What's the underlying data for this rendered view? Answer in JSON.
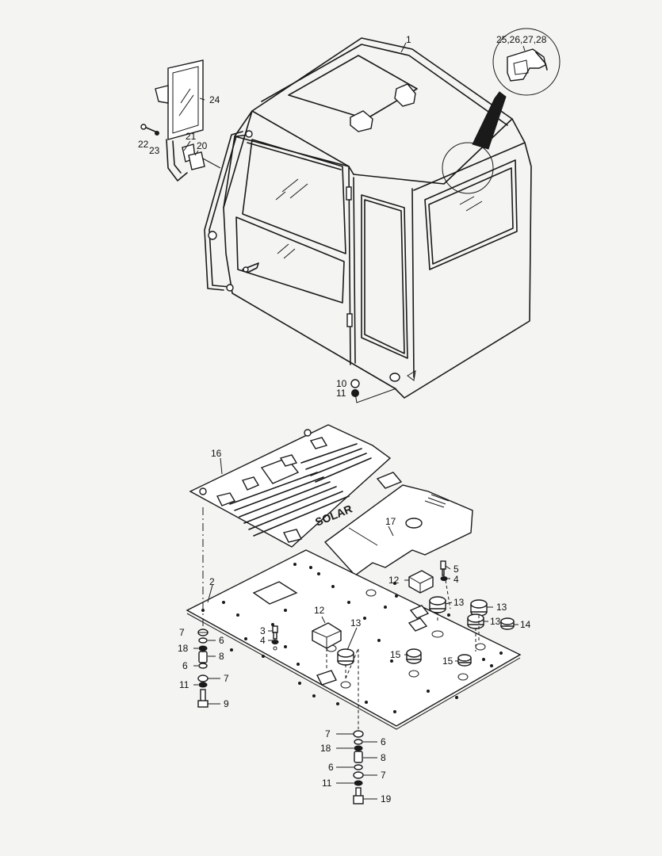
{
  "callouts": [
    {
      "id": "c1",
      "text": "1"
    },
    {
      "id": "c2528",
      "text": "25,26,27,28"
    },
    {
      "id": "c24",
      "text": "24"
    },
    {
      "id": "c21",
      "text": "21"
    },
    {
      "id": "c22",
      "text": "22"
    },
    {
      "id": "c23",
      "text": "23"
    },
    {
      "id": "c20",
      "text": "20"
    },
    {
      "id": "c10",
      "text": "10"
    },
    {
      "id": "c11a",
      "text": "11"
    },
    {
      "id": "c16",
      "text": "16"
    },
    {
      "id": "c17",
      "text": "17"
    },
    {
      "id": "c2",
      "text": "2"
    },
    {
      "id": "c12a",
      "text": "12"
    },
    {
      "id": "c5",
      "text": "5"
    },
    {
      "id": "c4a",
      "text": "4"
    },
    {
      "id": "c13a",
      "text": "13"
    },
    {
      "id": "c13b",
      "text": "13"
    },
    {
      "id": "c13c",
      "text": "13"
    },
    {
      "id": "c14",
      "text": "14"
    },
    {
      "id": "c12b",
      "text": "12"
    },
    {
      "id": "c13d",
      "text": "13"
    },
    {
      "id": "c3",
      "text": "3"
    },
    {
      "id": "c4b",
      "text": "4"
    },
    {
      "id": "c15a",
      "text": "15"
    },
    {
      "id": "c15b",
      "text": "15"
    },
    {
      "id": "c7a",
      "text": "7"
    },
    {
      "id": "c6a",
      "text": "6"
    },
    {
      "id": "c18a",
      "text": "18"
    },
    {
      "id": "c8a",
      "text": "8"
    },
    {
      "id": "c6b",
      "text": "6"
    },
    {
      "id": "c11b",
      "text": "11"
    },
    {
      "id": "c7b",
      "text": "7"
    },
    {
      "id": "c9",
      "text": "9"
    },
    {
      "id": "c7c",
      "text": "7"
    },
    {
      "id": "c6c",
      "text": "6"
    },
    {
      "id": "c18b",
      "text": "18"
    },
    {
      "id": "c8b",
      "text": "8"
    },
    {
      "id": "c6d",
      "text": "6"
    },
    {
      "id": "c7d",
      "text": "7"
    },
    {
      "id": "c11c",
      "text": "11"
    },
    {
      "id": "c19",
      "text": "19"
    }
  ],
  "floor_mat": {
    "logo_text": "SOLAR"
  }
}
